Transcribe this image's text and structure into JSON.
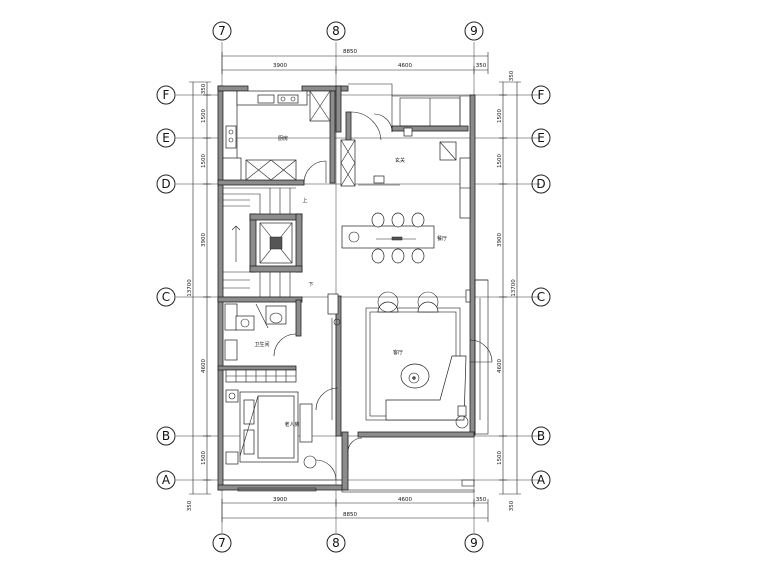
{
  "grid": {
    "columns": [
      "7",
      "8",
      "9"
    ],
    "rows": [
      "F",
      "E",
      "D",
      "C",
      "B",
      "A"
    ]
  },
  "dimensions": {
    "top_total": "8850",
    "top_seg_1": "3900",
    "top_seg_2": "4600",
    "top_seg_3": "350",
    "bottom_total": "8850",
    "bottom_seg_1": "3900",
    "bottom_seg_2": "4600",
    "bottom_seg_3": "350",
    "left_segs": [
      "350",
      "1500",
      "1500",
      "3900",
      "4600",
      "1500",
      "350"
    ],
    "left_total": "13700",
    "right_segs": [
      "350",
      "1500",
      "1500",
      "3900",
      "4600",
      "1500",
      "350"
    ],
    "right_total": "13700"
  },
  "rooms": {
    "kitchen": "厨房",
    "entry": "玄关",
    "dining": "餐厅",
    "living": "客厅",
    "bath": "卫生间",
    "bedroom": "老人房",
    "stair_dn": "上",
    "stair_up": "下"
  },
  "colors": {
    "wall": "#8c8c8c",
    "line": "#222222"
  }
}
